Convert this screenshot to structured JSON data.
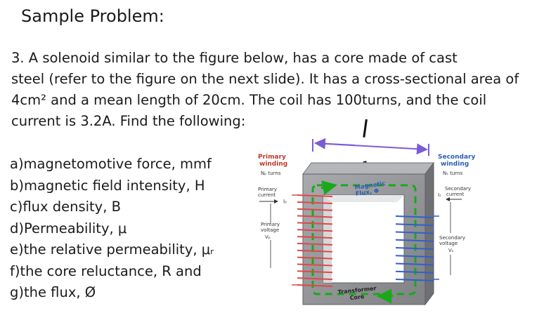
{
  "slide": {
    "title": "Sample Problem:",
    "problem_lines": [
      "3. A solenoid similar to the figure below, has a core made of cast",
      " steel (refer to the figure on the next slide). It has a cross-sectional area of",
      "4cm² and a mean length of 20cm. The coil has 100turns, and the coil",
      "current is 3.2A. Find the following:"
    ],
    "questions": [
      "a)magnetomotive force, mmf",
      "b)magnetic field intensity, H",
      "c)flux density, B",
      "d)Permeability, μ",
      "e)the relative permeability, μᵣ",
      "f)the core reluctance, R    and",
      "g)the flux, Ø"
    ]
  },
  "figure": {
    "handwritten_l": "l",
    "handwritten_1": "1",
    "primary_winding": [
      "Primary",
      "winding"
    ],
    "primary_turns": "Nₚ turns",
    "primary_current": [
      "Primary",
      "current"
    ],
    "primary_current_sym": "Iₚ",
    "primary_voltage": [
      "Primary",
      "voltage"
    ],
    "primary_voltage_sym": "Vₚ",
    "magnetic_flux": [
      "Magnetic",
      "Flux,  Φ"
    ],
    "transformer_core": [
      "Transformer",
      "Core"
    ],
    "secondary_winding": [
      "Secondary",
      "winding"
    ],
    "secondary_turns": "Nₛ turns",
    "secondary_current": [
      "Secondary",
      "current"
    ],
    "secondary_current_sym": "Iₛ",
    "secondary_voltage": [
      "Secondary",
      "voltage"
    ],
    "secondary_voltage_sym": "Vₛ",
    "colors": {
      "primary_label": "#c0392b",
      "secondary_label": "#2c5fb0",
      "primary_coil": "#e04848",
      "secondary_coil": "#2f5fd0",
      "flux_path": "#1aa81a",
      "core": "#8f9194",
      "length_arrow": "#7b5cd6"
    }
  }
}
